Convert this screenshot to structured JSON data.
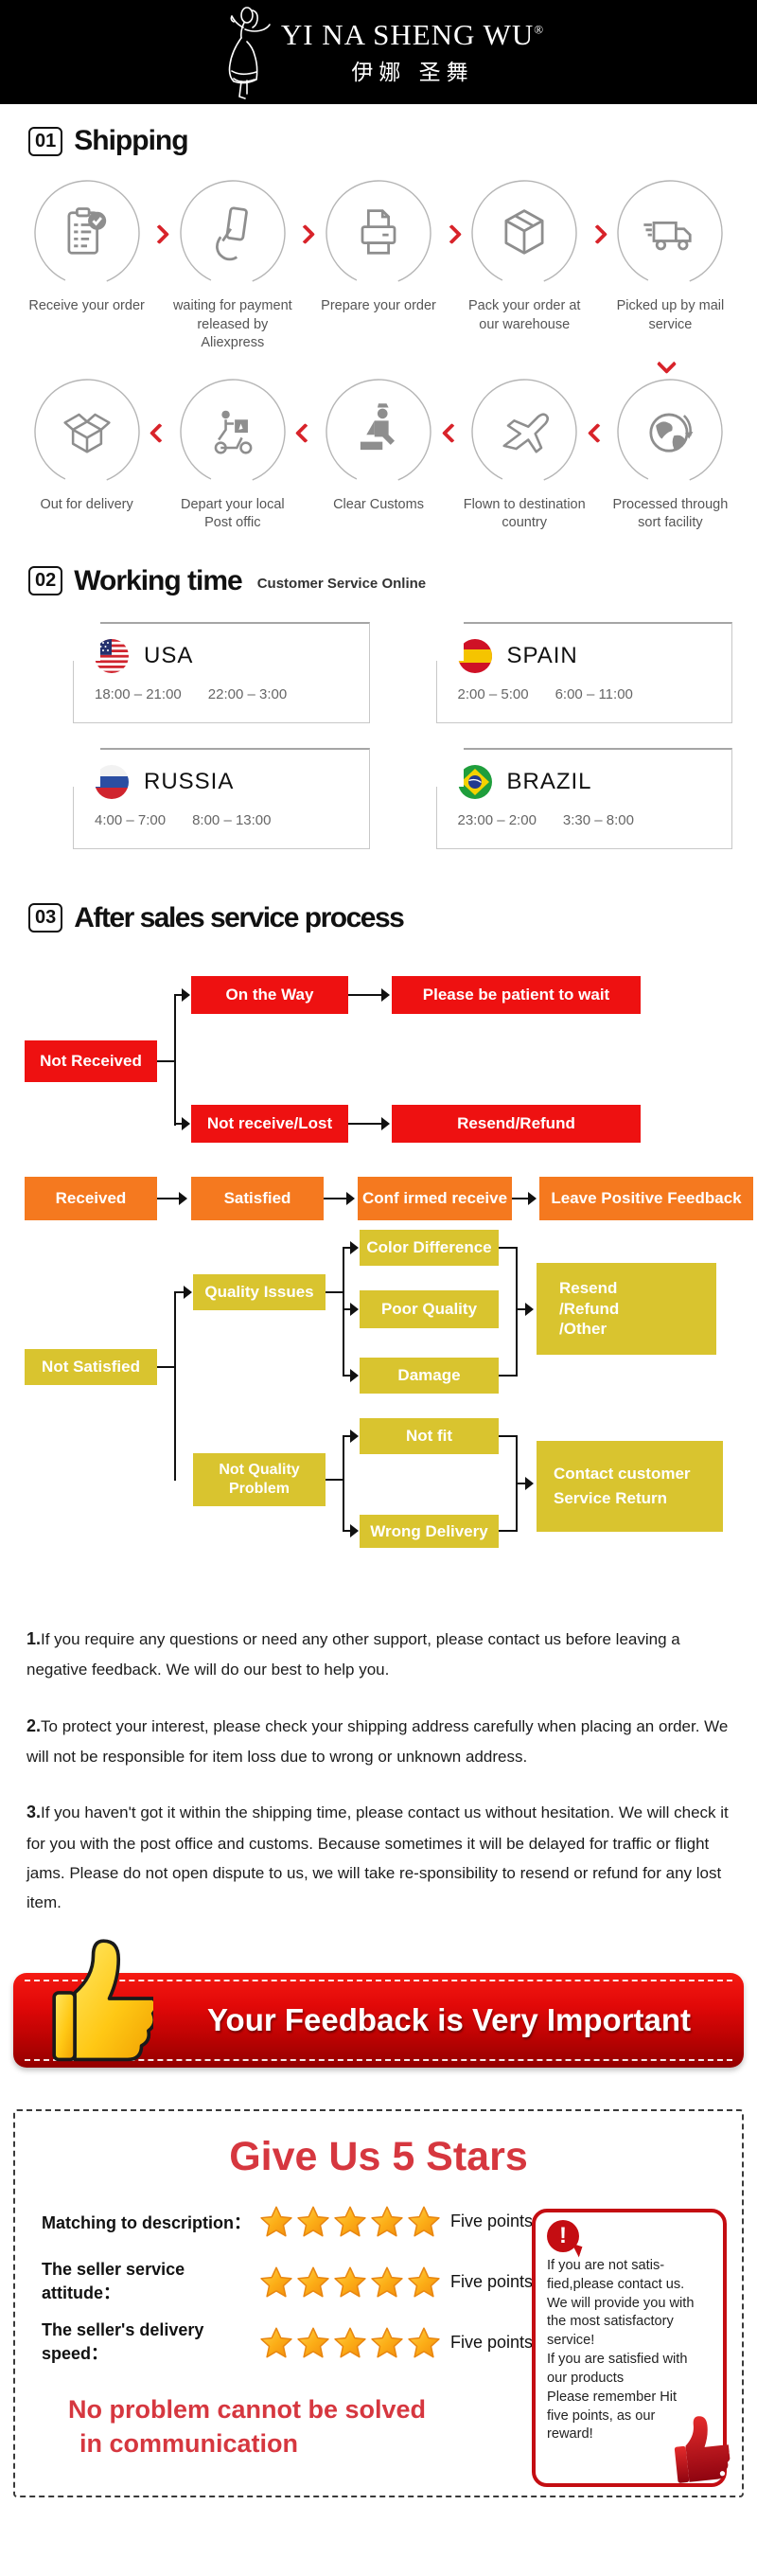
{
  "header": {
    "brand": "YI NA SHENG WU",
    "reg": "®",
    "brand_cn": "伊娜 圣舞",
    "logo": "dancer-logo"
  },
  "shipping": {
    "num": "01",
    "title": "Shipping",
    "row1": [
      {
        "label": "Receive your order",
        "icon": "order-checklist-icon"
      },
      {
        "label": "waiting for payment released by Aliexpress",
        "icon": "payment-card-icon"
      },
      {
        "label": "Prepare your order",
        "icon": "printer-icon"
      },
      {
        "label": "Pack your order at our warehouse",
        "icon": "package-box-icon"
      },
      {
        "label": "Picked up by mail service",
        "icon": "delivery-truck-icon"
      }
    ],
    "row2": [
      {
        "label": "Out  for delivery",
        "icon": "open-box-icon"
      },
      {
        "label": "Depart your local Post offic",
        "icon": "courier-scooter-icon"
      },
      {
        "label": "Clear Customs",
        "icon": "customs-officer-icon"
      },
      {
        "label": "Flown to destination country",
        "icon": "airplane-icon"
      },
      {
        "label": "Processed through sort facility",
        "icon": "globe-icon"
      }
    ]
  },
  "working": {
    "num": "02",
    "title": "Working time",
    "subtitle": "Customer Service Online",
    "cards": [
      {
        "country": "USA",
        "flag": "usa-flag-icon",
        "t1": "18:00 – 21:00",
        "t2": "22:00 – 3:00"
      },
      {
        "country": "SPAIN",
        "flag": "spain-flag-icon",
        "t1": "2:00 – 5:00",
        "t2": "6:00 – 11:00"
      },
      {
        "country": "RUSSIA",
        "flag": "russia-flag-icon",
        "t1": "4:00 – 7:00",
        "t2": "8:00 – 13:00"
      },
      {
        "country": "BRAZIL",
        "flag": "brazil-flag-icon",
        "t1": "23:00 – 2:00",
        "t2": "3:30 – 8:00"
      }
    ]
  },
  "aftersales": {
    "num": "03",
    "title": "After sales service process",
    "red": {
      "root": "Not Received",
      "b1": "On the Way",
      "r1": "Please be patient to wait",
      "b2": "Not receive/Lost",
      "r2": "Resend/Refund"
    },
    "orange": {
      "s1": "Received",
      "s2": "Satisfied",
      "s3": "Conf irmed receive",
      "s4": "Leave Positive Feedback"
    },
    "yellow": {
      "root": "Not Satisfied",
      "q": "Quality Issues",
      "q1": "Color Difference",
      "q2": "Poor Quality",
      "q3": "Damage",
      "qr1": "Resend",
      "qr2": "/Refund",
      "qr3": "/Other",
      "nq1": "Not Quality",
      "nq2": "Problem",
      "n1": "Not fit",
      "n2": "Wrong Delivery",
      "nr1": "Contact customer",
      "nr2": "Service Return"
    }
  },
  "notes": [
    {
      "num": "1.",
      "text": "If you require any questions or need any other support, please contact us before leaving a negative feedback. We will do our best to help you."
    },
    {
      "num": "2.",
      "text": "To protect your interest, please check your shipping address carefully when placing an order. We will not be responsible for item loss due to wrong or unknown address."
    },
    {
      "num": "3.",
      "text": "If you haven't got it within the shipping time, please contact us without hesitation. We will check it for you with the post office and customs. Because sometimes it will be delayed for traffic or flight jams. Please do not open dispute to us, we will take re-sponsibility to resend or refund for any lost item."
    }
  ],
  "banner": {
    "title": "Your Feedback is Very Important",
    "icon": "thumbs-up-icon"
  },
  "stars": {
    "title": "Give Us 5 Stars",
    "star_count": 5,
    "rows": [
      {
        "label": "Matching to description：",
        "points": "Five points"
      },
      {
        "label": "The seller service attitude：",
        "points": "Five points"
      },
      {
        "label": "The seller's delivery speed：",
        "points": "Five points"
      }
    ],
    "panel_lines": [
      "If you are not satis-",
      "fied,please contact us.",
      "We will provide you with",
      "the most satisfactory",
      "service!",
      "If you are satisfied with",
      "our products",
      "Please remember Hit",
      "five points, as our",
      "reward!"
    ],
    "panel_icon": "exclamation-icon",
    "footer1": "No problem cannot be solved",
    "footer2": "in communication"
  },
  "colors": {
    "flow_red": "#ee1111",
    "flow_orange": "#f5791f",
    "flow_yellow": "#d9c42f",
    "chevron_red": "#d8232a",
    "title_red": "#d6373f",
    "banner_red": "#c00303",
    "star_orange": "#f9a11b"
  }
}
